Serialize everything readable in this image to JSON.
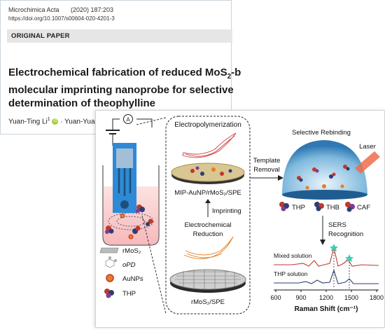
{
  "paper": {
    "journal": "Microchimica Acta",
    "year_vol": "(2020) 187:203",
    "doi": "https://doi.org/10.1007/s00604-020-4201-3",
    "article_type": "ORIGINAL PAPER",
    "title_line1": "Electrochemical fabrication of reduced MoS",
    "title_line1_sub": "2",
    "title_line1_end": "-b",
    "title_line2": "molecular imprinting nanoprobe for selective",
    "title_line3": "determination of theophylline",
    "author1": "Yuan-Ting Li",
    "author1_sup": "1",
    "author_sep": " · Yuan-Yuan"
  },
  "graphic": {
    "meter_label": "A",
    "electropolymerization": "Electropolymerization",
    "mip_label": "MIP-AuNP/rMoS₂/SPE",
    "imprinting": "Imprinting",
    "electrochemical": "Electrochemical",
    "reduction": "Reduction",
    "rmos2_spe": "rMoS₂/SPE",
    "template": "Template",
    "removal": "Removal",
    "selective_rebinding": "Selective Rebinding",
    "laser": "Laser",
    "analytes": [
      "THP",
      "THB",
      "CAF"
    ],
    "sers": "SERS",
    "recognition": "Recognition",
    "legend": [
      {
        "icon": "rmos2-sheet-icon",
        "label": "rMoS₂"
      },
      {
        "icon": "opd-molecule-icon",
        "label": "oPD"
      },
      {
        "icon": "aunp-icon",
        "label": "AuNPs"
      },
      {
        "icon": "thp-molecule-icon",
        "label": "THP"
      }
    ],
    "spectra": [
      {
        "label": "Mixed solution",
        "color": "#c0392b"
      },
      {
        "label": "THP solution",
        "color": "#2c3e73"
      }
    ],
    "x_ticks": [
      "600",
      "900",
      "1200",
      "1500",
      "1800"
    ],
    "x_label": "Raman Shift (cm⁻¹)"
  }
}
